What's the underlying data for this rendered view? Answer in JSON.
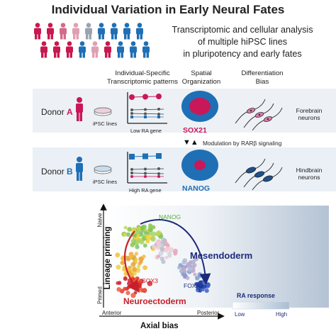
{
  "title": "Individual Variation in Early Neural Fates",
  "intro": {
    "line1": "Transcriptomic and cellular analysis",
    "line2": "of multiple hiPSC lines",
    "line3": "in pluripotency and early fates"
  },
  "columns": {
    "patterns_line1": "Individual-Specific",
    "patterns_line2": "Transcriptomic patterns",
    "spatial_line1": "Spatial",
    "spatial_line2": "Organization",
    "bias_line1": "Differentiation",
    "bias_line2": "Bias"
  },
  "donor_a": {
    "prefix": "Donor",
    "letter": "A",
    "ipsc_label": "iPSC lines",
    "gene_label": "Low RA gene",
    "marker": "SOX21",
    "fate_line1": "Forebrain",
    "fate_line2": "neurons"
  },
  "donor_b": {
    "prefix": "Donor",
    "letter": "B",
    "ipsc_label": "iPSC lines",
    "gene_label": "High RA gene",
    "marker": "NANOG",
    "fate_line1": "Hindbrain",
    "fate_line2": "neurons"
  },
  "modulation": "Modulation by RARβ signaling",
  "plot": {
    "ylabel": "Lineage priming",
    "xlabel": "Axial bias",
    "y_top": "Naive",
    "y_bottom": "Primed",
    "x_left": "Anterior",
    "x_right": "Posterior",
    "nanog": "NANOG",
    "sox3": "SOX3",
    "foxa2": "FOXA2",
    "mesendoderm": "Mesendoderm",
    "neuroectoderm": "Neuroectoderm",
    "ra_title": "RA response",
    "ra_low": "Low",
    "ra_high": "High"
  },
  "colors": {
    "donor_a": "#c8185a",
    "donor_b": "#1f6fb5",
    "mesendoderm": "#1c2a7a",
    "neuroectoderm": "#c8202a",
    "nanog": "#5aaa3c",
    "panel_bg": "#edf1f5"
  }
}
